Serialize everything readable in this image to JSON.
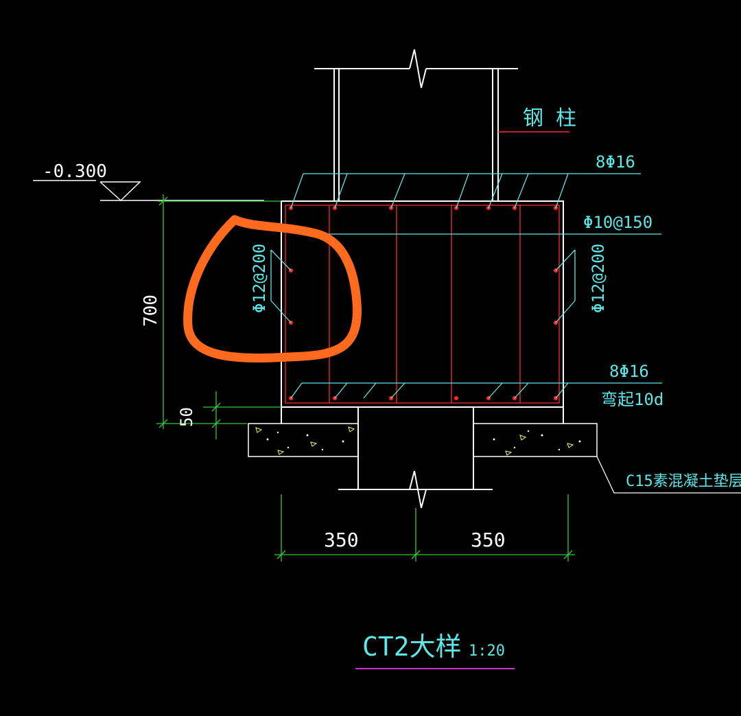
{
  "drawing": {
    "title": "CT2大样",
    "scale": "1:20",
    "elevation": "-0.300",
    "labels": {
      "steel_column": "钢 柱",
      "top_bars": "8Φ16",
      "stirrups": "Φ10@150",
      "side_bars_left": "Φ12@200",
      "side_bars_right": "Φ12@200",
      "bottom_bars": "8Φ16",
      "bend_up": "弯起10d",
      "cushion": "C15素混凝土垫层"
    },
    "dimensions": {
      "height": "700",
      "cover": "50",
      "width_left": "350",
      "width_right": "350"
    }
  },
  "colors": {
    "background": "#000000",
    "outline": "#ffffff",
    "rebar": "#ff2a2a",
    "leader": "#5fe6e6",
    "dimension": "#33cc33",
    "title_underline": "#cc33cc",
    "markup": "#ff6a1f"
  }
}
